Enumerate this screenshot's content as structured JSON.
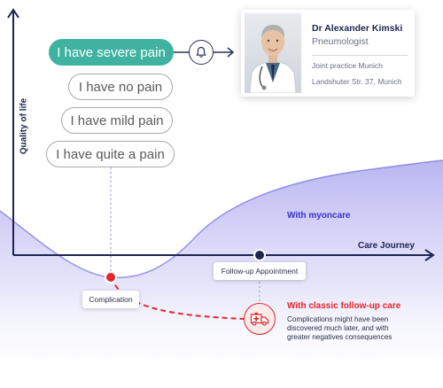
{
  "axis": {
    "y_label": "Quality of life",
    "x_label": "Care Journey"
  },
  "pain_options": [
    {
      "label": "I have severe pain",
      "selected": true
    },
    {
      "label": "I have no pain",
      "selected": false
    },
    {
      "label": "I have mild pain",
      "selected": false
    },
    {
      "label": "I have quite a pain",
      "selected": false
    }
  ],
  "doctor": {
    "name": "Dr Alexander Kimski",
    "specialty": "Pneumologist",
    "practice": "Joint practice Munich",
    "address": "Landshuter Str. 37, Munich"
  },
  "curves": {
    "myoncare": {
      "label": "With myoncare",
      "color": "#3a31c9"
    },
    "classic": {
      "label": "With classic follow-up care",
      "description": [
        "Complications might have been",
        "discovered much later, and with",
        "greater negatives consequences"
      ],
      "color": "#e3262e"
    }
  },
  "events": {
    "complication": "Complication",
    "follow_up": "Follow-up Appointment"
  },
  "colors": {
    "accent": "#3fb3a0",
    "navy": "#1f2450",
    "danger": "#e3262e"
  },
  "icons": [
    "bell-icon",
    "ambulance-icon",
    "arrow-right-icon"
  ]
}
